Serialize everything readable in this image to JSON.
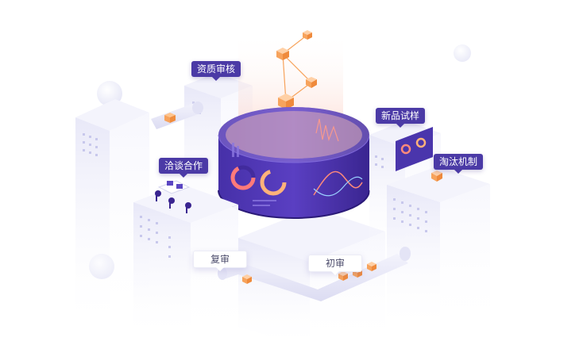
{
  "labels": {
    "qualification_review": "资质审核",
    "negotiation": "洽谈合作",
    "new_product_trial": "新品试样",
    "elimination": "淘汰机制",
    "re_review": "复审",
    "first_review": "初审"
  },
  "colors": {
    "tag_bg": "#4b3aa6",
    "ring_dark": "#3a2590",
    "cube_orange": "#f7a35c",
    "building_light": "#eeeefb"
  }
}
